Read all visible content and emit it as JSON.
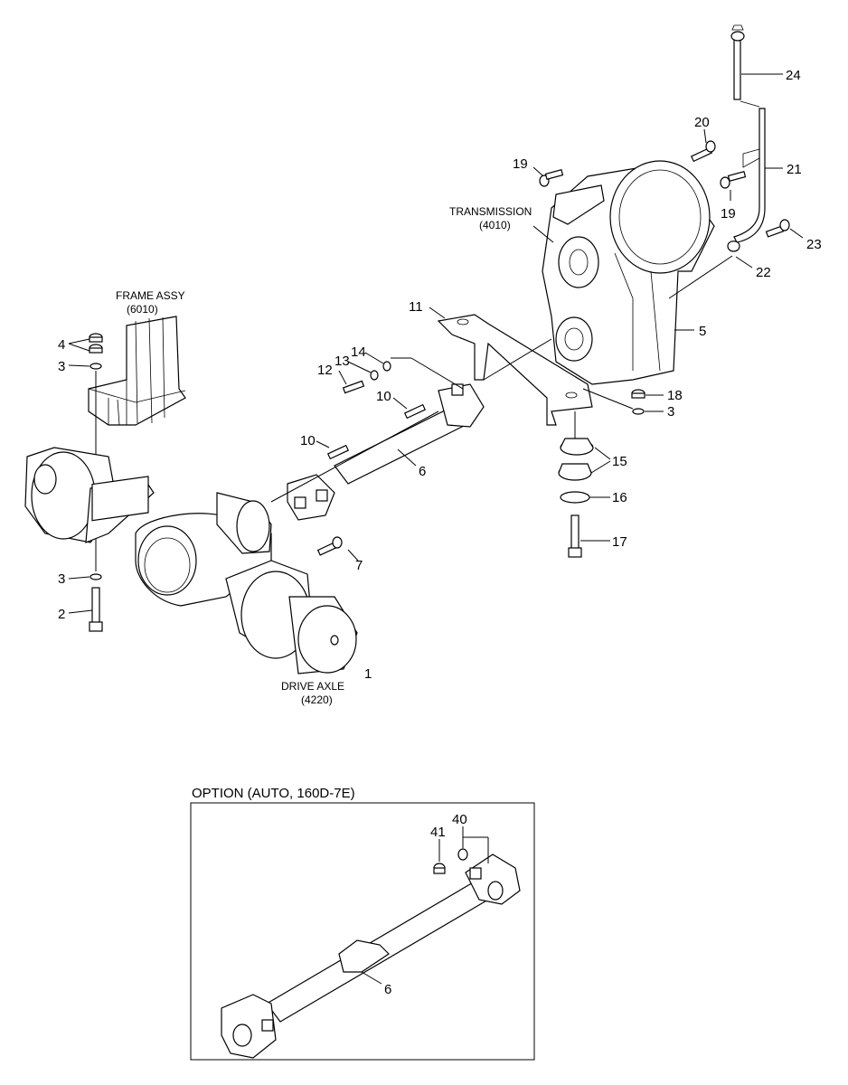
{
  "captions": {
    "frame_assy": "FRAME ASSY",
    "frame_assy_code": "(6010)",
    "transmission": "TRANSMISSION",
    "transmission_code": "(4010)",
    "drive_axle": "DRIVE AXLE",
    "drive_axle_code": "(4220)",
    "option_title": "OPTION (AUTO, 160D-7E)"
  },
  "callouts": [
    {
      "id": "1",
      "part": "drive-axle"
    },
    {
      "id": "2",
      "part": "bolt"
    },
    {
      "id": "3",
      "part": "washer"
    },
    {
      "id": "3",
      "part": "washer"
    },
    {
      "id": "3",
      "part": "washer"
    },
    {
      "id": "4",
      "part": "nut"
    },
    {
      "id": "5",
      "part": "transmission"
    },
    {
      "id": "6",
      "part": "propeller-shaft"
    },
    {
      "id": "7",
      "part": "bolt"
    },
    {
      "id": "10",
      "part": "bolt"
    },
    {
      "id": "10",
      "part": "bolt"
    },
    {
      "id": "11",
      "part": "bracket"
    },
    {
      "id": "12",
      "part": "bolt"
    },
    {
      "id": "13",
      "part": "washer"
    },
    {
      "id": "14",
      "part": "washer"
    },
    {
      "id": "15",
      "part": "mount"
    },
    {
      "id": "16",
      "part": "washer"
    },
    {
      "id": "17",
      "part": "bolt"
    },
    {
      "id": "18",
      "part": "nut"
    },
    {
      "id": "19",
      "part": "bolt"
    },
    {
      "id": "19",
      "part": "bolt"
    },
    {
      "id": "20",
      "part": "bolt"
    },
    {
      "id": "21",
      "part": "tube"
    },
    {
      "id": "22",
      "part": "clamp"
    },
    {
      "id": "23",
      "part": "bolt"
    },
    {
      "id": "24",
      "part": "dipstick"
    },
    {
      "id": "6",
      "part": "propeller-shaft-option"
    },
    {
      "id": "40",
      "part": "washer-option"
    },
    {
      "id": "41",
      "part": "nut-option"
    }
  ]
}
